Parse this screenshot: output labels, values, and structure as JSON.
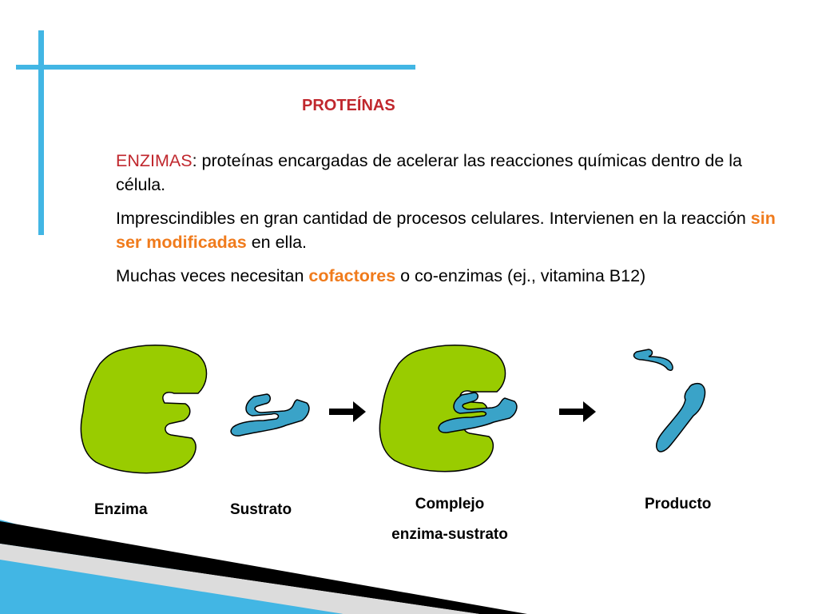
{
  "title": "PROTEÍNAS",
  "paragraphs": {
    "p1": {
      "term": "ENZIMAS",
      "text": ": proteínas encargadas de acelerar las reacciones químicas dentro de la célula."
    },
    "p2": {
      "before": "Imprescindibles en gran cantidad de procesos celulares. Intervienen en la reacción ",
      "highlight": "sin ser modificadas",
      "after": " en ella."
    },
    "p3": {
      "before": "Muchas veces necesitan ",
      "highlight": "cofactores",
      "after": " o co-enzimas (ej., vitamina B12)"
    }
  },
  "labels": {
    "enzima": "Enzima",
    "sustrato": "Sustrato",
    "complejo_line1": "Complejo",
    "complejo_line2": "enzima-sustrato",
    "producto": "Producto"
  },
  "colors": {
    "enzyme": "#99cc00",
    "substrate": "#3aa3c8",
    "accent_red": "#c0272d",
    "accent_orange": "#f07b1c",
    "frame_blue": "#42b6e4"
  }
}
